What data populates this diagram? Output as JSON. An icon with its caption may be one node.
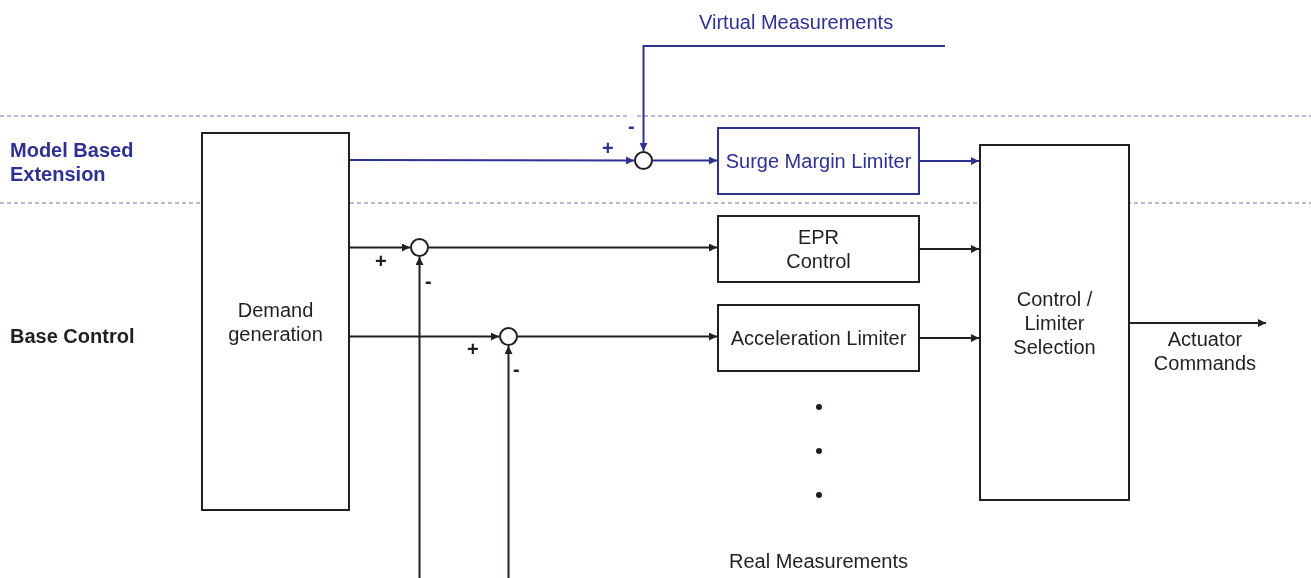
{
  "diagram": {
    "nodes": [
      {
        "text": [
          "Demand generation"
        ]
      },
      {
        "text": [],
        "shape": "circle"
      },
      {
        "text": [
          "Surge Margin Limiter"
        ]
      },
      {
        "text": [],
        "shape": "circle"
      },
      {
        "text": [
          "EPR Control"
        ]
      },
      {
        "text": [],
        "shape": "circle"
      },
      {
        "text": [
          "Acceleration Limiter"
        ]
      },
      {
        "text": [
          "Control / Limiter Selection"
        ]
      }
    ],
    "edges": [
      {
        "from": 0,
        "to": 1,
        "arrow": "to",
        "label": "+",
        "color": "#2e3192"
      },
      {
        "from": null,
        "to": 1,
        "arrow": "to",
        "label": "-",
        "color": "#2e3192"
      },
      {
        "from": 1,
        "to": 2,
        "arrow": "to",
        "color": "#2e3192"
      },
      {
        "from": 2,
        "to": 7,
        "arrow": "to",
        "color": "#2e3192"
      },
      {
        "from": 0,
        "to": 3,
        "arrow": "to",
        "label": "+"
      },
      {
        "from": null,
        "to": 3,
        "arrow": "to",
        "label": "-"
      },
      {
        "from": 3,
        "to": 4,
        "arrow": "to"
      },
      {
        "from": 4,
        "to": 7,
        "arrow": "to"
      },
      {
        "from": 0,
        "to": 5,
        "arrow": "to",
        "label": "+"
      },
      {
        "from": null,
        "to": 5,
        "arrow": "to",
        "label": "-"
      },
      {
        "from": 5,
        "to": 6,
        "arrow": "to"
      },
      {
        "from": 6,
        "to": 7,
        "arrow": "to"
      },
      {
        "from": 7,
        "to": null,
        "arrow": "to",
        "label": "Actuator Commands"
      }
    ],
    "labels": [
      "Virtual Measurements",
      "Model Based Extension",
      "Base Control",
      "Real Measurements"
    ]
  }
}
